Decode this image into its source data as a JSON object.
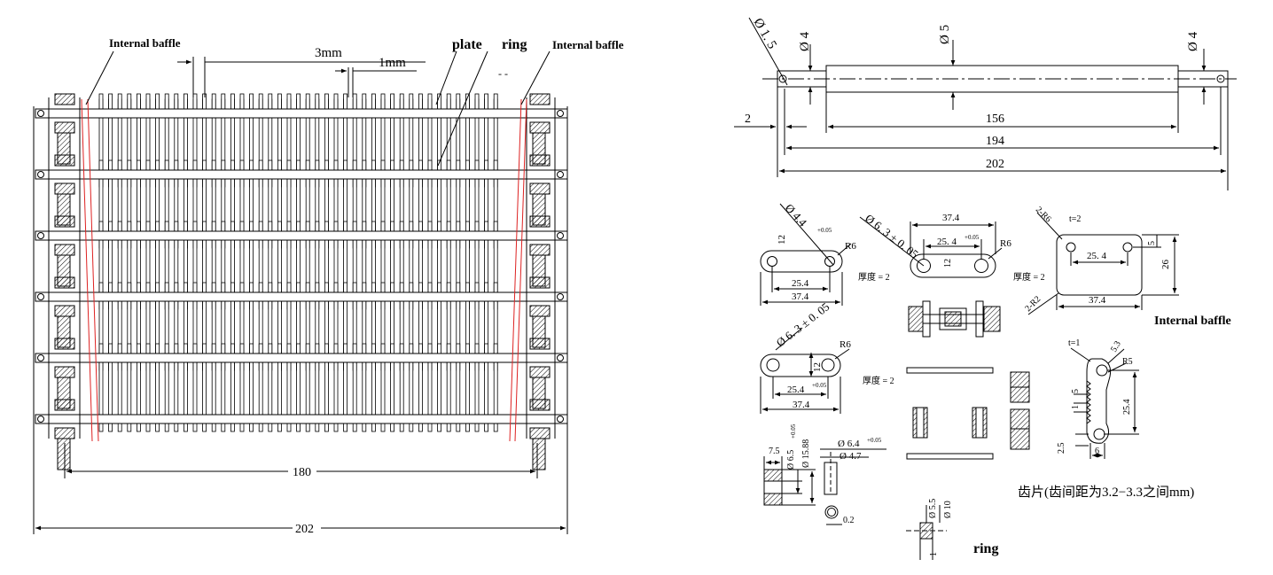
{
  "left_view": {
    "label_internal_baffle_left": "Internal baffle",
    "label_internal_baffle_right": "Internal baffle",
    "label_plate": "plate",
    "label_ring": "ring",
    "dim_3mm": "3mm",
    "dim_1mm": "1mm",
    "dim_180": "180",
    "dim_202": "202",
    "dash_mark": "- -"
  },
  "rod": {
    "dia_1_5": "Ø 1. 5",
    "dia_4_left": "Ø 4",
    "dia_5": "Ø 5",
    "dia_4_right": "Ø 4",
    "dim_2": "2",
    "dim_156": "156",
    "dim_194": "194",
    "dim_202": "202"
  },
  "links": {
    "a_dia": "Ø 4.4",
    "a_tol": "+0.05",
    "a_r6": "R6",
    "a_12": "12",
    "a_25_4": "25.4",
    "a_37_4": "37.4",
    "b_dia": "Ø 6. 3 ± 0. 05",
    "b_37_4": "37.4",
    "b_25_4": "25. 4",
    "b_tol": "+0.05",
    "b_r6": "R6",
    "b_12": "12",
    "b_thk": "厚度 = 2",
    "c_dia": "Ø 6. 3 ± 0. 05",
    "c_12": "12",
    "c_r6": "R6",
    "c_25_4": "25.4",
    "c_tol": "+0.05",
    "c_37_4": "37.4",
    "c_thk": "厚度 = 2"
  },
  "baffle": {
    "r6": "2-R6",
    "t": "t=2",
    "d25_4": "25. 4",
    "d5": "5",
    "d26": "26",
    "r2": "2-R2",
    "d37_4": "37.4",
    "thk": "厚度 = 2",
    "title": "Internal baffle"
  },
  "tooth": {
    "t": "t=1",
    "d53": "5.3",
    "r5": "R5",
    "d5": "5",
    "d1": "1",
    "d25_4": "25.4",
    "d2_5": "2.5",
    "d6": "6",
    "caption": "齿片(齿间距为3.2−3.3之间mm)"
  },
  "bushing": {
    "d7_5": "7.5",
    "d6_5": "Ø 6.5",
    "tol": "+0.05",
    "d15_88": "Ø 15.88",
    "d6_4": "Ø 6.4",
    "tol2": "+0.05",
    "d4_7": "Ø 4.7",
    "d0_2": "0.2"
  },
  "ring_part": {
    "d5_5": "Ø 5.5",
    "d10": "Ø 10",
    "d1": "1",
    "title": "ring"
  }
}
